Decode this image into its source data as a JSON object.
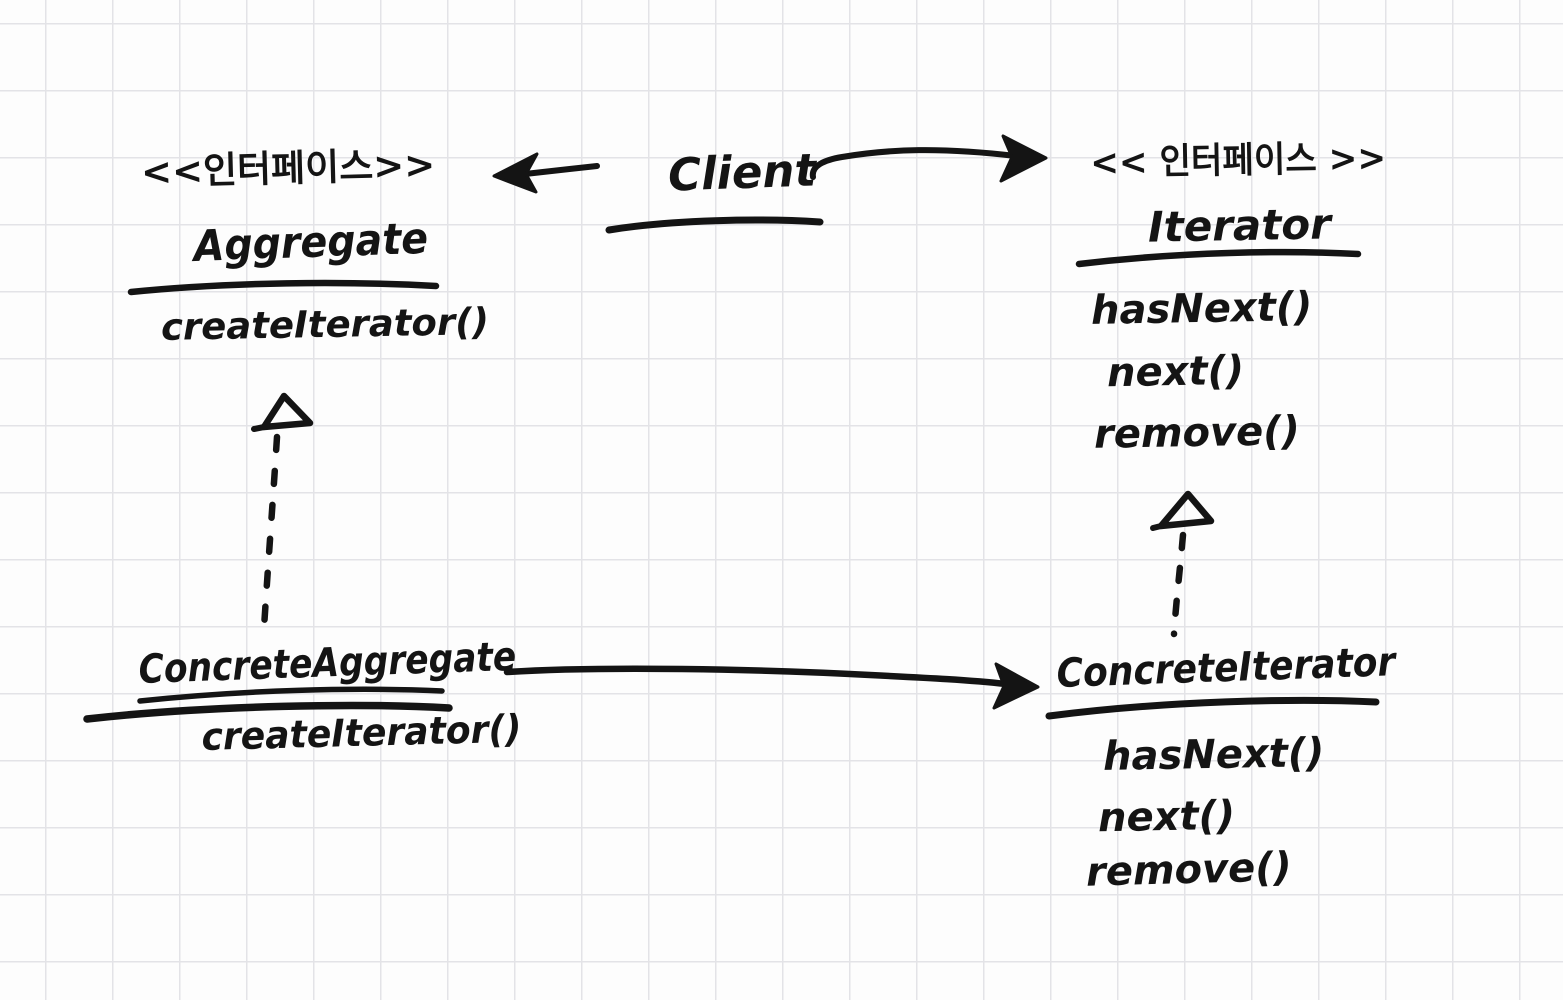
{
  "diagram_title": "Iterator pattern class diagram (hand-drawn)",
  "ink_color": "#141414",
  "paper_color": "#fdfdfd",
  "grid_color": "#e3e3e7",
  "client": {
    "label": "Client"
  },
  "aggregate_interface": {
    "stereotype": "<<인터페이스>>",
    "name": "Aggregate",
    "methods": [
      "createIterator()"
    ]
  },
  "iterator_interface": {
    "stereotype": "<< 인터페이스 >>",
    "name": "Iterator",
    "methods": [
      "hasNext()",
      "next()",
      "remove()"
    ]
  },
  "concrete_aggregate": {
    "name": "ConcreteAggregate",
    "methods": [
      "createIterator()"
    ]
  },
  "concrete_iterator": {
    "name": "ConcreteIterator",
    "methods": [
      "hasNext()",
      "next()",
      "remove()"
    ]
  },
  "relations": [
    {
      "from": "Client",
      "to": "Aggregate",
      "type": "association-arrow"
    },
    {
      "from": "Client",
      "to": "Iterator",
      "type": "association-arrow"
    },
    {
      "from": "ConcreteAggregate",
      "to": "ConcreteIterator",
      "type": "association-arrow"
    },
    {
      "from": "ConcreteAggregate",
      "to": "Aggregate",
      "type": "realization-dashed-hollow-triangle"
    },
    {
      "from": "ConcreteIterator",
      "to": "Iterator",
      "type": "realization-dashed-hollow-triangle"
    }
  ]
}
